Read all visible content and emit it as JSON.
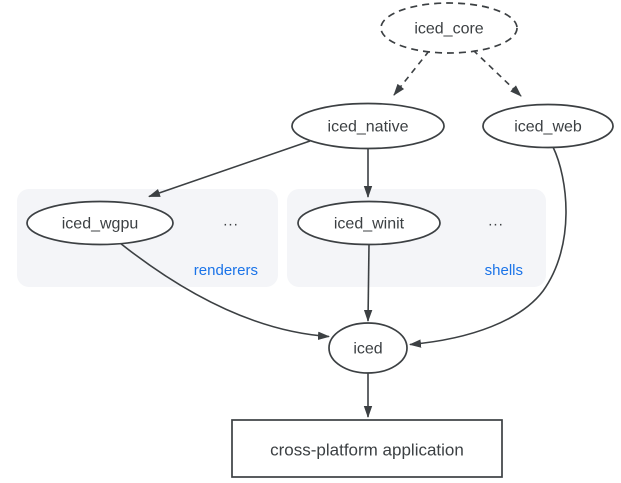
{
  "diagram": {
    "description": "iced ecosystem dependency graph",
    "colors": {
      "node_stroke": "#3c4043",
      "node_fill": "#ffffff",
      "text": "#3c4043",
      "group_background": "#f4f5f8",
      "group_label_blue": "#1a73e8",
      "page_background": "#ffffff"
    },
    "nodes": {
      "iced_core": {
        "label": "iced_core",
        "shape": "ellipse",
        "border": "dashed"
      },
      "iced_native": {
        "label": "iced_native",
        "shape": "ellipse",
        "border": "solid"
      },
      "iced_web": {
        "label": "iced_web",
        "shape": "ellipse",
        "border": "solid"
      },
      "iced_wgpu": {
        "label": "iced_wgpu",
        "shape": "ellipse",
        "border": "solid"
      },
      "iced_winit": {
        "label": "iced_winit",
        "shape": "ellipse",
        "border": "solid"
      },
      "iced": {
        "label": "iced",
        "shape": "ellipse",
        "border": "solid"
      },
      "app": {
        "label": "cross-platform application",
        "shape": "rectangle",
        "border": "solid"
      }
    },
    "groups": {
      "renderers": {
        "label": "renderers",
        "ellipsis": "...",
        "contains": [
          "iced_wgpu"
        ]
      },
      "shells": {
        "label": "shells",
        "ellipsis": "...",
        "contains": [
          "iced_winit"
        ]
      }
    },
    "edges": [
      {
        "from": "iced_core",
        "to": "iced_native",
        "style": "dashed"
      },
      {
        "from": "iced_core",
        "to": "iced_web",
        "style": "dashed"
      },
      {
        "from": "iced_native",
        "to": "iced_wgpu",
        "style": "solid"
      },
      {
        "from": "iced_native",
        "to": "iced_winit",
        "style": "solid"
      },
      {
        "from": "iced_wgpu",
        "to": "iced",
        "style": "solid"
      },
      {
        "from": "iced_winit",
        "to": "iced",
        "style": "solid"
      },
      {
        "from": "iced_web",
        "to": "iced",
        "style": "solid"
      },
      {
        "from": "iced",
        "to": "app",
        "style": "solid"
      }
    ]
  }
}
